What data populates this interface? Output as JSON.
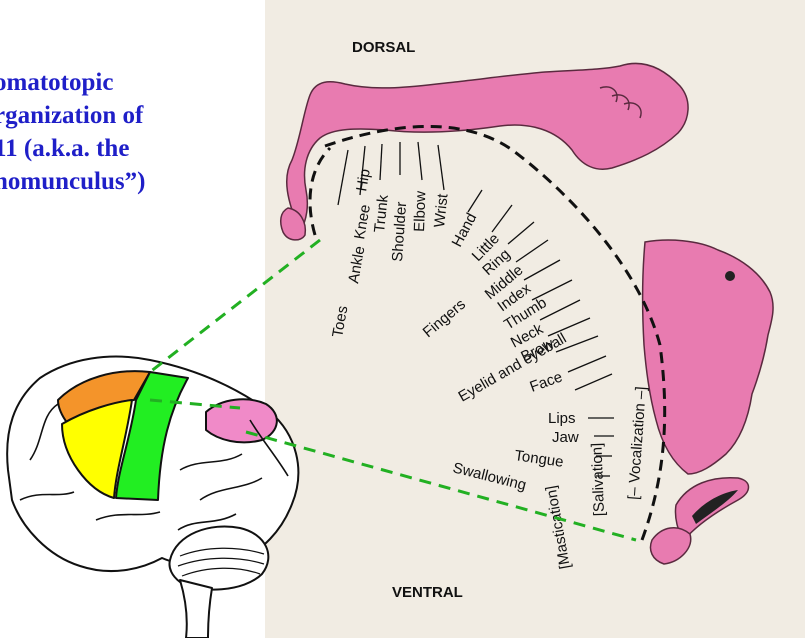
{
  "title": {
    "lines": [
      "omatotopic",
      "rganization of",
      "11 (a.k.a. the",
      "homunculus”)"
    ]
  },
  "diagram": {
    "dorsal": "DORSAL",
    "ventral": "VENTRAL",
    "labels": {
      "toes": "Toes",
      "ankle": "Ankle",
      "knee": "Knee",
      "hip": "Hip",
      "trunk": "Trunk",
      "shoulder": "Shoulder",
      "elbow": "Elbow",
      "wrist": "Wrist",
      "hand": "Hand",
      "little": "Little",
      "ring": "Ring",
      "middle": "Middle",
      "index": "Index",
      "thumb": "Thumb",
      "fingers": "Fingers",
      "neck": "Neck",
      "brow": "Brow",
      "eyelid": "Eyelid and eyeball",
      "face": "Face",
      "lips": "Lips",
      "jaw": "Jaw",
      "tongue": "Tongue",
      "swallowing": "Swallowing",
      "mastication": "[Mastication]",
      "salivation": "[Salivation]",
      "vocalization": "[– Vocalization –]"
    }
  },
  "colors": {
    "title": "#1f1fc8",
    "homunculus_pink": "#e87bb0",
    "dashed_line": "#22b022",
    "prefrontal_orange": "#f4942a",
    "premotor_yellow": "#ffff00",
    "motor_green": "#22ee22",
    "sensory_pink": "#f08ac8"
  }
}
